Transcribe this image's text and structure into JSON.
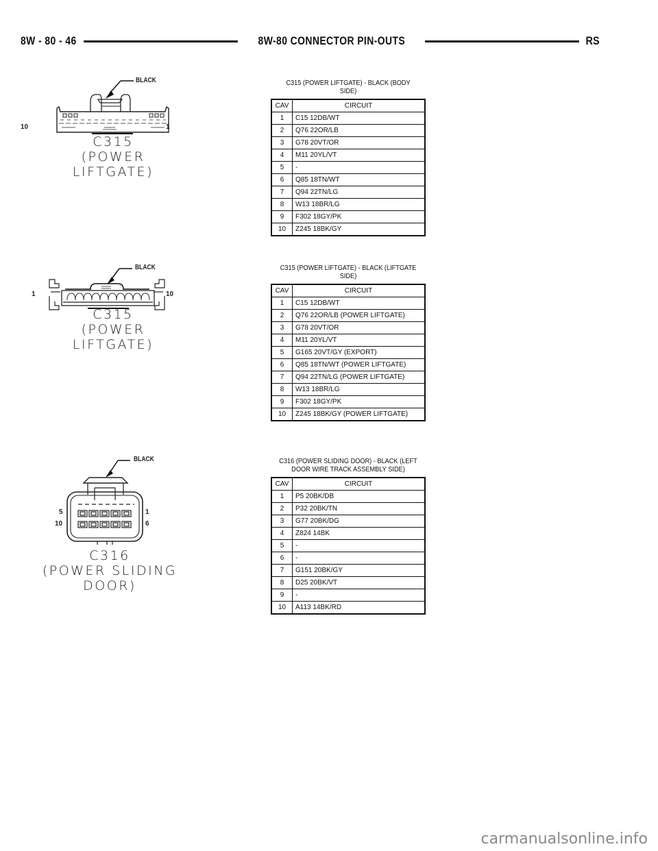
{
  "header": {
    "page_number": "8W - 80 - 46",
    "section_title": "8W-80 CONNECTOR PIN-OUTS",
    "model_code": "RS"
  },
  "connectors": [
    {
      "diagram": {
        "color_label": "BLACK",
        "left_pin": "10",
        "right_pin": "1",
        "caption_line1": "C315",
        "caption_line2": "(POWER LIFTGATE)"
      },
      "table": {
        "title": "C315 (POWER LIFTGATE) - BLACK (BODY SIDE)",
        "headers": [
          "CAV",
          "CIRCUIT"
        ],
        "rows": [
          {
            "cav": "1",
            "circuit": "C15 12DB/WT"
          },
          {
            "cav": "2",
            "circuit": "Q76 22OR/LB"
          },
          {
            "cav": "3",
            "circuit": "G78 20VT/OR"
          },
          {
            "cav": "4",
            "circuit": "M11 20YL/VT"
          },
          {
            "cav": "5",
            "circuit": "-"
          },
          {
            "cav": "6",
            "circuit": "Q85 18TN/WT"
          },
          {
            "cav": "7",
            "circuit": "Q94 22TN/LG"
          },
          {
            "cav": "8",
            "circuit": "W13 18BR/LG"
          },
          {
            "cav": "9",
            "circuit": "F302 18GY/PK"
          },
          {
            "cav": "10",
            "circuit": "Z245 18BK/GY"
          }
        ]
      }
    },
    {
      "diagram": {
        "color_label": "BLACK",
        "left_pin": "1",
        "right_pin": "10",
        "caption_line1": "C315",
        "caption_line2": "(POWER LIFTGATE)"
      },
      "table": {
        "title": "C315 (POWER LIFTGATE) - BLACK (LIFTGATE\nSIDE)",
        "headers": [
          "CAV",
          "CIRCUIT"
        ],
        "rows": [
          {
            "cav": "1",
            "circuit": "C15 12DB/WT"
          },
          {
            "cav": "2",
            "circuit": "Q76 22OR/LB (POWER LIFTGATE)"
          },
          {
            "cav": "3",
            "circuit": "G78 20VT/OR"
          },
          {
            "cav": "4",
            "circuit": "M11 20YL/VT"
          },
          {
            "cav": "5",
            "circuit": "G165 20VT/GY (EXPORT)"
          },
          {
            "cav": "6",
            "circuit": "Q85 18TN/WT (POWER LIFTGATE)"
          },
          {
            "cav": "7",
            "circuit": "Q94 22TN/LG (POWER LIFTGATE)"
          },
          {
            "cav": "8",
            "circuit": "W13 18BR/LG"
          },
          {
            "cav": "9",
            "circuit": "F302 18GY/PK"
          },
          {
            "cav": "10",
            "circuit": "Z245 18BK/GY (POWER LIFTGATE)"
          }
        ]
      }
    },
    {
      "diagram": {
        "color_label": "BLACK",
        "top_left_pin": "5",
        "bottom_left_pin": "10",
        "top_right_pin": "1",
        "bottom_right_pin": "6",
        "caption_line1": "C316",
        "caption_line2": "(POWER SLIDING DOOR)"
      },
      "table": {
        "title": "C316 (POWER SLIDING DOOR) - BLACK (LEFT\nDOOR WIRE TRACK ASSEMBLY SIDE)",
        "headers": [
          "CAV",
          "CIRCUIT"
        ],
        "rows": [
          {
            "cav": "1",
            "circuit": "P5 20BK/DB"
          },
          {
            "cav": "2",
            "circuit": "P32 20BK/TN"
          },
          {
            "cav": "3",
            "circuit": "G77 20BK/DG"
          },
          {
            "cav": "4",
            "circuit": "Z824 14BK"
          },
          {
            "cav": "5",
            "circuit": "-"
          },
          {
            "cav": "6",
            "circuit": "-"
          },
          {
            "cav": "7",
            "circuit": "G151 20BK/GY"
          },
          {
            "cav": "8",
            "circuit": "D25 20BK/VT"
          },
          {
            "cav": "9",
            "circuit": "-"
          },
          {
            "cav": "10",
            "circuit": "A113 14BK/RD"
          }
        ]
      }
    }
  ],
  "watermark": "carmanualsonline.info"
}
